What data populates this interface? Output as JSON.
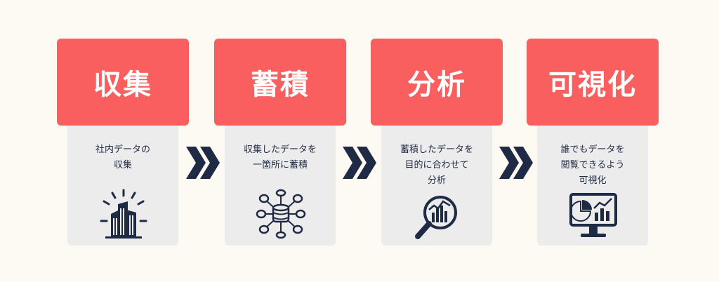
{
  "colors": {
    "header": "#fa5f5f",
    "card": "#ececec",
    "text": "#1f2a44",
    "arrow": "#1f2a44",
    "background": "#fdfaf4"
  },
  "steps": [
    {
      "title": "収集",
      "desc": "社内データの\n収集",
      "icon": "buildings-icon"
    },
    {
      "title": "蓄積",
      "desc": "収集したデータを\n一箇所に蓄積",
      "icon": "database-network-icon"
    },
    {
      "title": "分析",
      "desc": "蓄積したデータを\n目的に合わせて\n分析",
      "icon": "magnifier-chart-icon"
    },
    {
      "title": "可視化",
      "desc": "誰でもデータを\n閲覧できるよう\n可視化",
      "icon": "monitor-dashboard-icon"
    }
  ],
  "arrow_icon": "double-chevron-right-icon"
}
